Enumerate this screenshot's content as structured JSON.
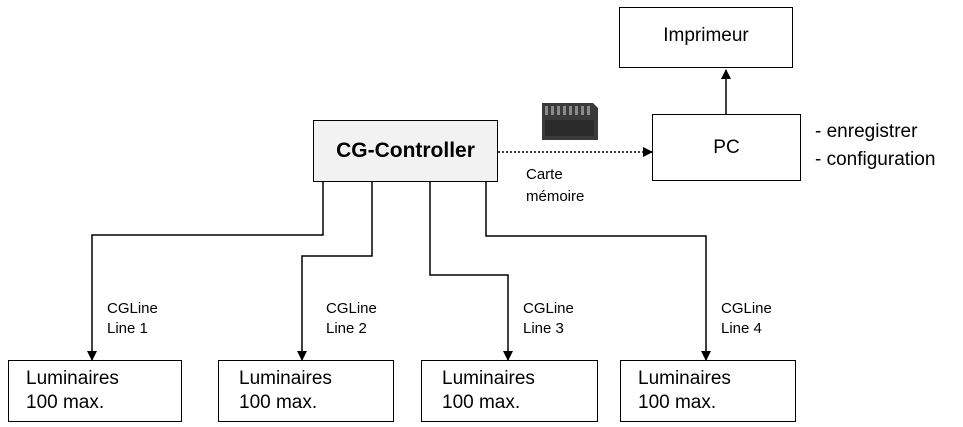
{
  "nodes": {
    "printer": "Imprimeur",
    "pc": "PC",
    "controller": "CG-Controller"
  },
  "pc_notes": [
    "- enregistrer",
    "- configuration"
  ],
  "memory_card": {
    "line1": "Carte",
    "line2": "mémoire",
    "icon": "sd-card-icon"
  },
  "lines": [
    {
      "name": "CGLine",
      "line": "Line 1"
    },
    {
      "name": "CGLine",
      "line": "Line 2"
    },
    {
      "name": "CGLine",
      "line": "Line 3"
    },
    {
      "name": "CGLine",
      "line": "Line 4"
    }
  ],
  "luminaires": [
    {
      "label": "Luminaires",
      "max": "100 max."
    },
    {
      "label": "Luminaires",
      "max": "100 max."
    },
    {
      "label": "Luminaires",
      "max": "100 max."
    },
    {
      "label": "Luminaires",
      "max": "100 max."
    }
  ]
}
